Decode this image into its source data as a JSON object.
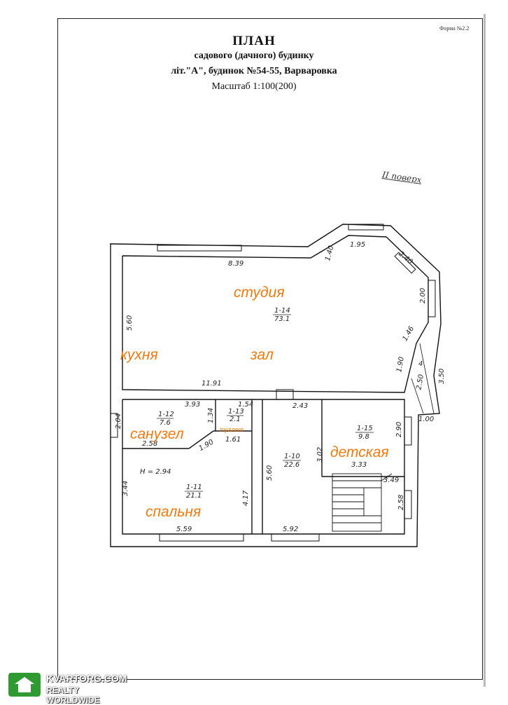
{
  "header": {
    "form_number": "Форма №2.2",
    "title": "ПЛАН",
    "subtitle": "садового (дачного) будинку",
    "address": "літ.\"А\", будинок №54-55, Варваровка",
    "scale": "Масштаб 1:100(200)"
  },
  "floor_note": "II поверх",
  "rooms": {
    "studio": {
      "label": "студия",
      "id": "1-14",
      "area": "73.1"
    },
    "kitchen": {
      "label": "кухня"
    },
    "hall": {
      "label": "зал"
    },
    "bathroom": {
      "label": "санузел",
      "id": "1-12",
      "area": "7.6"
    },
    "toilet": {
      "label": "туалет",
      "id": "1-13",
      "area": "2.1"
    },
    "bedroom": {
      "label": "спальня",
      "id": "1-11",
      "area": "21.1",
      "height_note": "H = 2.94"
    },
    "corridor": {
      "id": "1-10",
      "area": "22.6"
    },
    "nursery": {
      "label": "детская",
      "id": "1-15",
      "area": "9.8"
    }
  },
  "dimensions": {
    "d839": "8.39",
    "d140": "1.40",
    "d195": "1.95",
    "d240": "2.40",
    "d200": "2.00",
    "d146": "1.46",
    "d560a": "5.60",
    "d190": "1.90",
    "d250": "2.50",
    "d350": "3.50",
    "d4": "4",
    "d100": "1.00",
    "d1191": "11.91",
    "d393": "3.93",
    "d154": "1.54",
    "d134": "1.34",
    "d204": "2.04",
    "d258": "2.58",
    "d190b": "1.90",
    "d161": "1.61",
    "d243": "2.43",
    "d290": "2.90",
    "d302": "3.02",
    "d333": "3.33",
    "d349": "3.49",
    "d560b": "5.60",
    "d417": "4.17",
    "d344": "3.44",
    "d559": "5.59",
    "d592": "5.92",
    "d258b": "2.58"
  },
  "watermark": {
    "line1": "KVARTORG.COM",
    "line2": "REALTY WORLDWIDE"
  }
}
